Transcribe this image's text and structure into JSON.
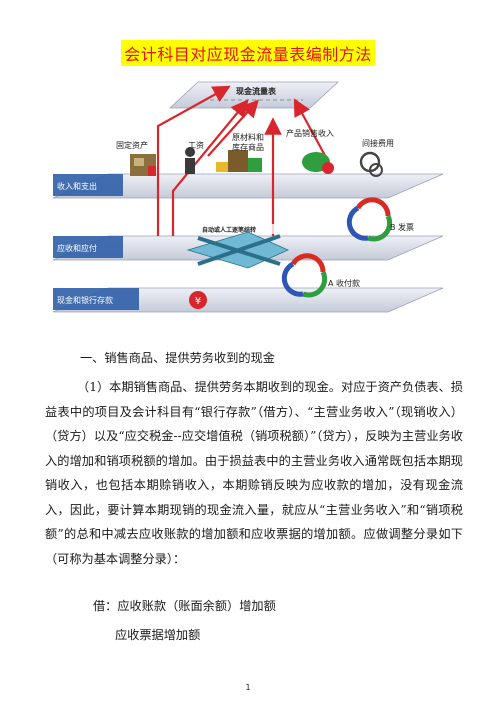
{
  "document": {
    "title": "会计科目对应现金流量表编制方法",
    "figure": {
      "top_box": "现金流量表",
      "items": [
        "固定资产",
        "工资",
        "原材料和",
        "库存商品",
        "产品销售收入",
        "间接费用"
      ],
      "center_label": "自动或人工逐笔结转",
      "layers": [
        "收入和支出",
        "应收和应付",
        "现金和银行存款"
      ],
      "cycles": [
        "B 发票",
        "A 收付款"
      ]
    },
    "heading": "一、销售商品、提供劳务收到的现金",
    "paragraph": "（1）本期销售商品、提供劳务本期收到的现金。对应于资产负债表、损益表中的项目及会计科目有“银行存款”（借方）、“主营业务收入”（现销收入）（贷方）以及“应交税金--应交增值税（销项税额）”（贷方），反映为主营业务收入的增加和销项税额的增加。由于损益表中的主营业务收入通常既包括本期现销收入，也包括本期赊销收入，本期赊销反映为应收款的增加，没有现金流入，因此，要计算本期现销的现金流入量，就应从“主营业务收入”和“销项税额”的总和中减去应收账款的增加额和应收票据的增加额。应做调整分录如下（可称为基本调整分录）：",
    "entry1": "借：应收账款（账面余额）增加额",
    "entry2": "应收票据增加额",
    "page_number": "1"
  },
  "colors": {
    "title_text": "#e8121d",
    "title_bg": "#ffff00",
    "arrow": "#d9262c",
    "layer_side": "#2f5fa8",
    "layer_top": "#d8dce8",
    "cycle_green": "#2e9e3e",
    "cycle_red": "#d92b22",
    "cycle_blue": "#2f56b5"
  }
}
